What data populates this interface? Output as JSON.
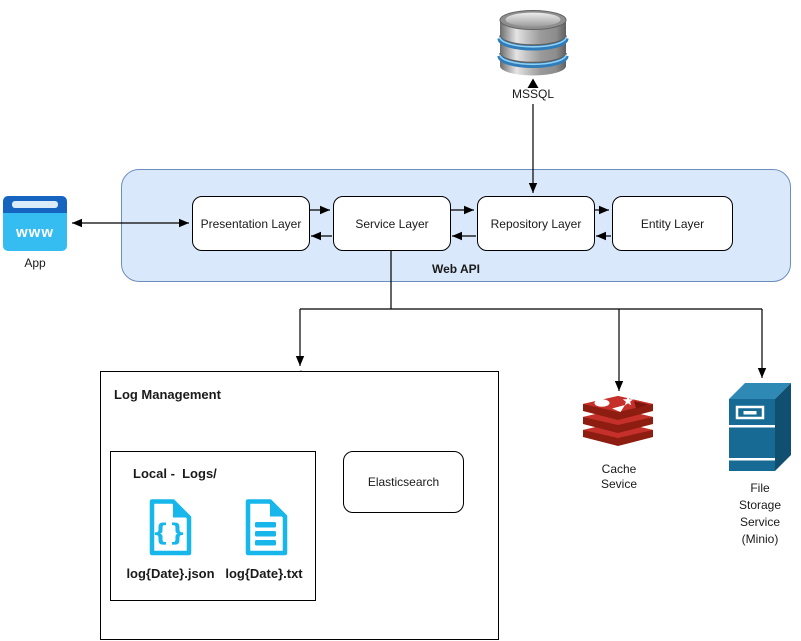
{
  "diagram": {
    "mssql": {
      "label": "MSSQL"
    },
    "app": {
      "label": "App",
      "icon_text": "www"
    },
    "web_api": {
      "label": "Web API",
      "layers": [
        {
          "label": "Presentation Layer"
        },
        {
          "label": "Service Layer"
        },
        {
          "label": "Repository Layer"
        },
        {
          "label": "Entity Layer"
        }
      ]
    },
    "log_management": {
      "label": "Log Management",
      "local_logs": {
        "label": "Local -  Logs/",
        "files": [
          {
            "label": "log{Date}.json",
            "glyph": "{}"
          },
          {
            "label": "log{Date}.txt"
          }
        ]
      },
      "elasticsearch": {
        "label": "Elasticsearch"
      }
    },
    "cache": {
      "label": "Cache\nSevice"
    },
    "file_storage": {
      "label": "File\nStorage\nService\n(Minio)"
    }
  },
  "colors": {
    "container_fill": "#dae8fc",
    "container_border": "#6c8ebf",
    "node_fill": "#ffffff",
    "node_border": "#000000",
    "edge": "#000000",
    "file_icon_cyan": "#17b7ec",
    "redis_red": "#c6302b",
    "redis_red_dark": "#8c1d10",
    "minio_blue_front": "#166a93",
    "minio_blue_top": "#2f89b5",
    "minio_blue_side": "#114f70",
    "app_header_blue": "#1565c0",
    "app_body_blue": "#35bdf2",
    "mssql_band_blue": "#3c8ecf"
  }
}
